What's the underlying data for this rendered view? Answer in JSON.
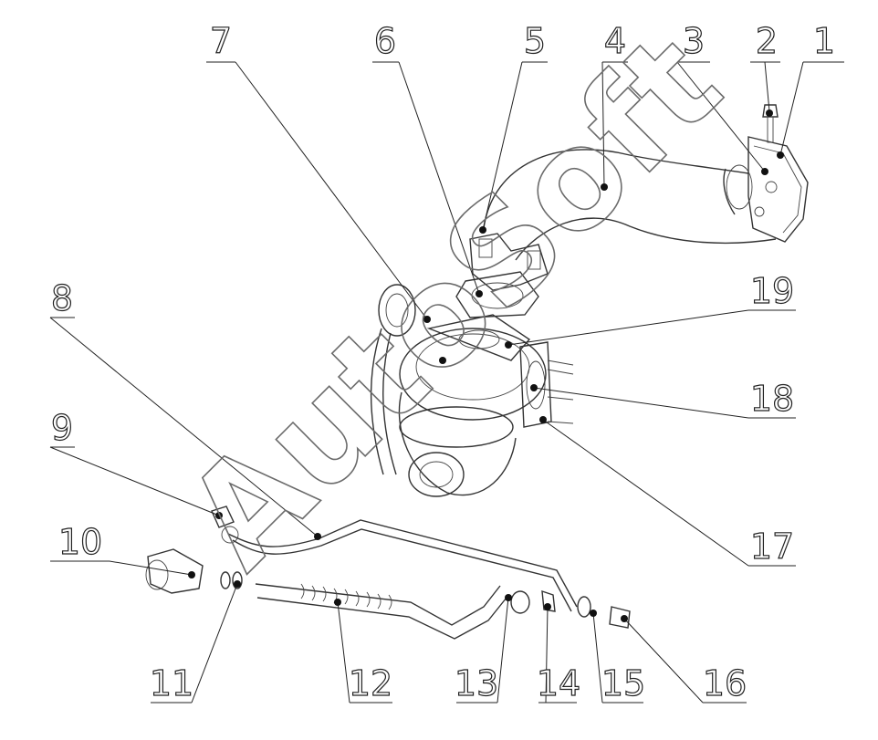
{
  "diagram": {
    "watermark": "AutoSoft",
    "callouts": [
      {
        "id": "1",
        "label": "1"
      },
      {
        "id": "2",
        "label": "2"
      },
      {
        "id": "3",
        "label": "3"
      },
      {
        "id": "4",
        "label": "4"
      },
      {
        "id": "5",
        "label": "5"
      },
      {
        "id": "6",
        "label": "6"
      },
      {
        "id": "7",
        "label": "7"
      },
      {
        "id": "8",
        "label": "8"
      },
      {
        "id": "9",
        "label": "9"
      },
      {
        "id": "10",
        "label": "10"
      },
      {
        "id": "11",
        "label": "11"
      },
      {
        "id": "12",
        "label": "12"
      },
      {
        "id": "13",
        "label": "13"
      },
      {
        "id": "14",
        "label": "14"
      },
      {
        "id": "15",
        "label": "15"
      },
      {
        "id": "16",
        "label": "16"
      },
      {
        "id": "17",
        "label": "17"
      },
      {
        "id": "18",
        "label": "18"
      },
      {
        "id": "19",
        "label": "19"
      }
    ]
  }
}
